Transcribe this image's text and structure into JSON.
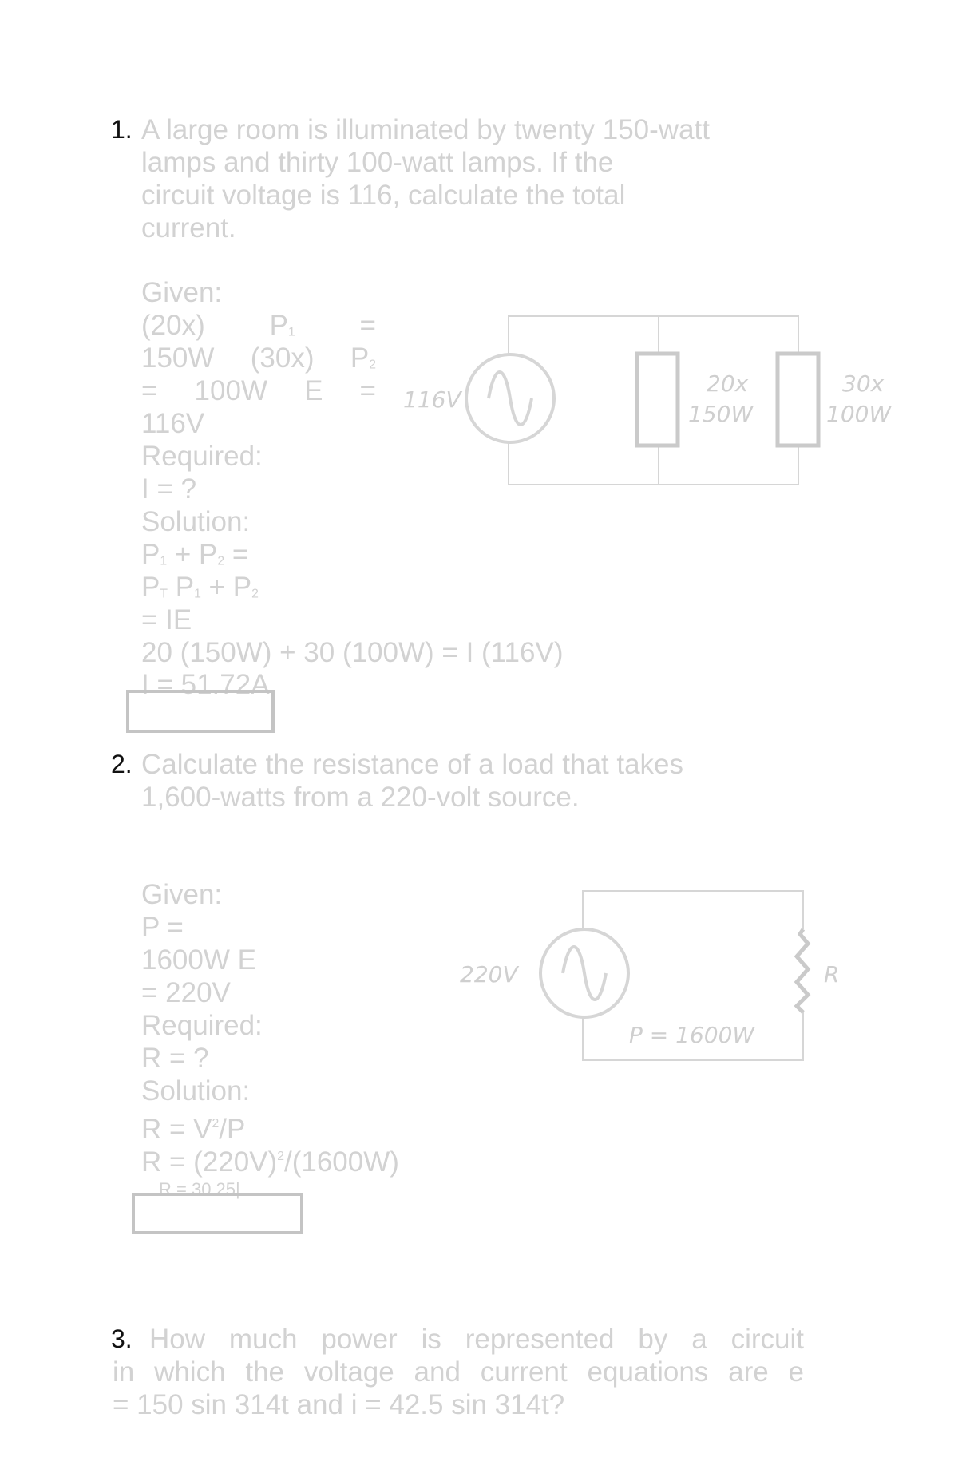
{
  "q1": {
    "number": "1.",
    "lines": [
      "A large room is illuminated by twenty 150-watt",
      "lamps and thirty 100-watt lamps. If the",
      "circuit voltage is 116, calculate the total",
      "current."
    ],
    "given_label": "Given:",
    "given": {
      "a": "(20x)",
      "p1": "P",
      "s1": "1",
      "eq1": "=",
      "w150": "150W",
      "b": "(30x)",
      "p2": "P",
      "s2": "2",
      "eq2": "=",
      "w100": "100W",
      "e": "E",
      "eq3": "=",
      "v": "116V"
    },
    "required_label": "Required:",
    "required": "I = ?",
    "solution_label": "Solution:",
    "sol": {
      "p": "P",
      "s1": "1",
      "plus": " + P",
      "s2": "2",
      "eq": " =",
      "pt": "P",
      "st": "T",
      "p1": " P",
      "s1b": "1",
      "plus2": " + P",
      "s2b": "2",
      "ie": "= IE"
    },
    "equation": "20 (150W) + 30 (100W) = I (116V)",
    "answer": "I = 51.72A",
    "circuit": {
      "source": "116V",
      "load1_count": "20x",
      "load1_power": "150W",
      "load2_count": "30x",
      "load2_power": "100W"
    }
  },
  "q2": {
    "number": "2.",
    "lines": [
      "Calculate the resistance of a load that takes",
      "1,600-watts from a 220-volt source."
    ],
    "given_label": "Given:",
    "given": [
      "P =",
      "1600W E",
      "= 220V"
    ],
    "required_label": "Required:",
    "required": "R = ?",
    "solution_label": "Solution:",
    "sol": {
      "a": "R = V",
      "a2": "2",
      "a3": "/P",
      "b": "R = (220V)",
      "b2": "2",
      "b3": "/(1600W)"
    },
    "answer": "R = 30.25|",
    "circuit": {
      "source": "220V",
      "resistor": "R",
      "power": "P = 1600W"
    }
  },
  "q3": {
    "number": "3.",
    "lines": [
      "How much power is represented by a circuit",
      "in which the voltage and current equations are e",
      "= 150 sin 314t and i = 42.5 sin 314t?"
    ]
  },
  "colors": {
    "text": "#d2d2d2",
    "number": "#111111",
    "lines": "#cfcfcf"
  }
}
